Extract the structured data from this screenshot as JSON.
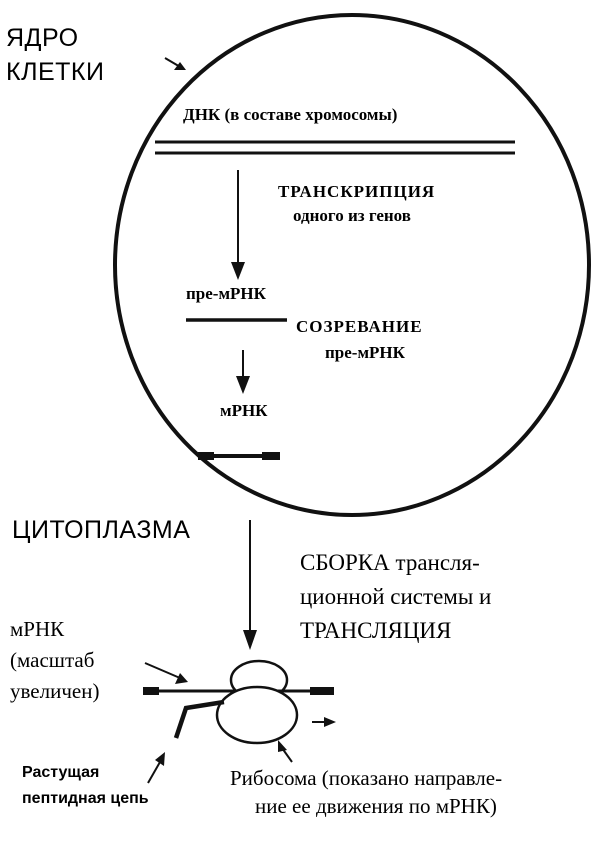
{
  "nucleus": {
    "label_line1": "ЯДРО",
    "label_line2": "КЛЕТКИ",
    "dna_label": "ДНК (в составе хромосомы)",
    "transcription_title": "ТРАНСКРИПЦИЯ",
    "transcription_sub": "одного из генов",
    "pre_mrna_label": "пре-мРНК",
    "maturation_title": "СОЗРЕВАНИЕ",
    "maturation_sub": "пре-мРНК",
    "mrna_label": "мРНК"
  },
  "cytoplasm": {
    "label": "ЦИТОПЛАЗМА",
    "assembly_line1": "СБОРКА трансля-",
    "assembly_line2": "ционной системы и",
    "assembly_line3": "ТРАНСЛЯЦИЯ",
    "mrna_line1": "мРНК",
    "mrna_line2": "(масштаб",
    "mrna_line3": "увеличен)",
    "peptide_line1": "Растущая",
    "peptide_line2": "пептидная цепь",
    "ribosome_line1": "Рибосома (показано направле-",
    "ribosome_line2": "ние ее движения по мРНК)"
  }
}
